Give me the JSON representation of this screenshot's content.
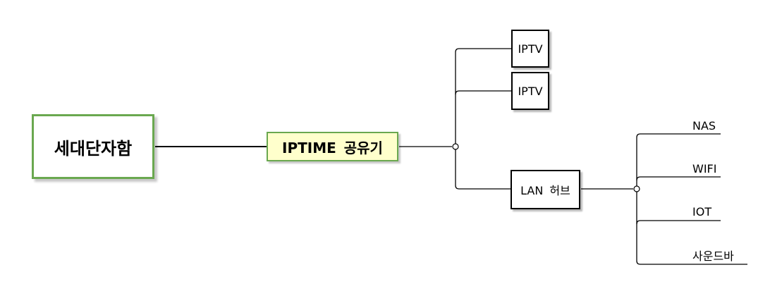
{
  "root": {
    "label": "세대단자함"
  },
  "router": {
    "label": "IPTIME 공유기"
  },
  "devices": [
    {
      "label": "IPTV"
    },
    {
      "label": "IPTV"
    },
    {
      "label": "LAN 허브"
    }
  ],
  "hub_children": [
    {
      "label": "NAS"
    },
    {
      "label": "WIFI"
    },
    {
      "label": "IOT"
    },
    {
      "label": "사운드바"
    }
  ],
  "colors": {
    "node_border_green": "#6aa84f",
    "router_fill": "#ffffcc",
    "line": "#000000"
  }
}
